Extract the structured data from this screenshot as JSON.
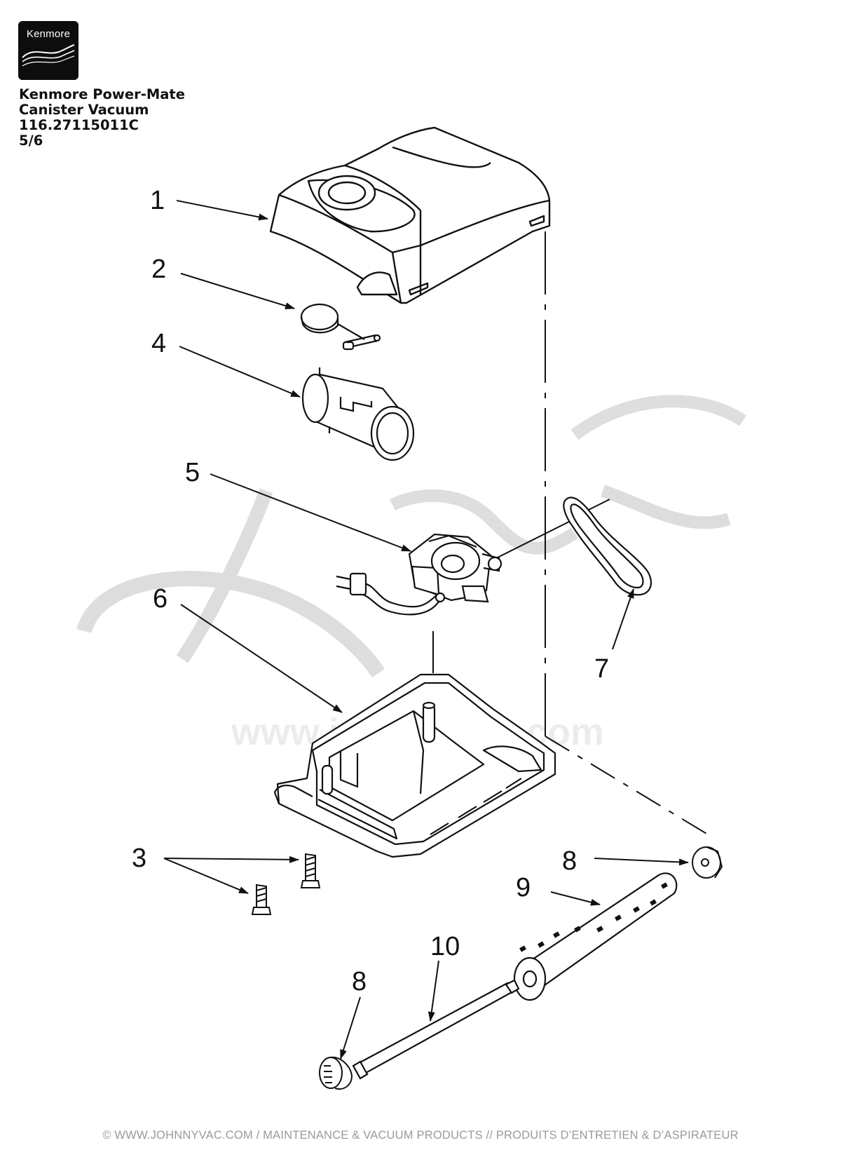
{
  "header": {
    "logo_text": "Kenmore",
    "title_lines": [
      "Kenmore Power-Mate",
      "Canister Vacuum",
      "116.27115011C",
      "5/6"
    ]
  },
  "watermark": {
    "url": "www.johnnyvac.com"
  },
  "callouts": {
    "c1": "1",
    "c2": "2",
    "c3": "3",
    "c4": "4",
    "c5": "5",
    "c6": "6",
    "c7": "7",
    "c8a": "8",
    "c8b": "8",
    "c9": "9",
    "c10": "10"
  },
  "footer": {
    "text": "© WWW.JOHNNYVAC.COM / MAINTENANCE & VACUUM PRODUCTS  //  PRODUITS D’ENTRETIEN & D’ASPIRATEUR"
  }
}
